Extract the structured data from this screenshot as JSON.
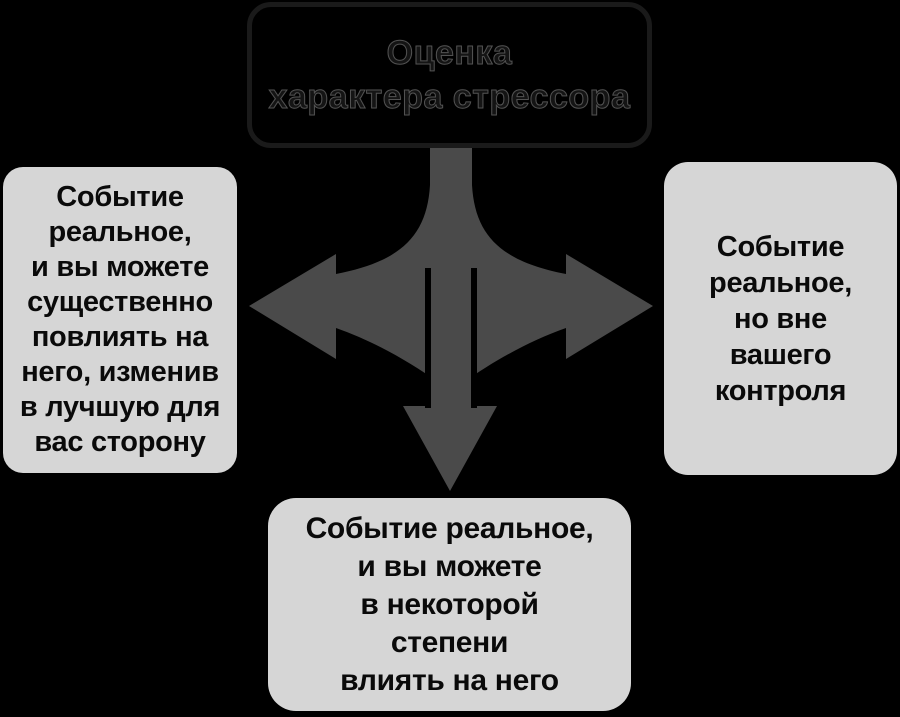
{
  "colors": {
    "background": "#000000",
    "box_fill": "#d6d6d6",
    "box_text": "#0a0a0a",
    "arrow": "#4a4a4a",
    "title_box_fill": "#000000",
    "title_box_border": "#1a1a1a",
    "title_text_fill": "#141414",
    "title_text_stroke": "#525252"
  },
  "title_box": {
    "text": "Оценка\nхарактера стрессора"
  },
  "arrow": {
    "name": "three-way-branch-arrow",
    "directions": [
      "left",
      "down",
      "right"
    ]
  },
  "outcomes": {
    "left": {
      "text": "Событие\nреальное,\nи вы можете\nсущественно\nповлиять на\nнего, изменив\nв лучшую для\nвас сторону"
    },
    "right": {
      "text": "Событие\nреальное,\nно вне\nвашего\nконтроля"
    },
    "bottom": {
      "text": "Событие реальное,\nи вы можете\nв некоторой\nстепени\nвлиять на него"
    }
  }
}
